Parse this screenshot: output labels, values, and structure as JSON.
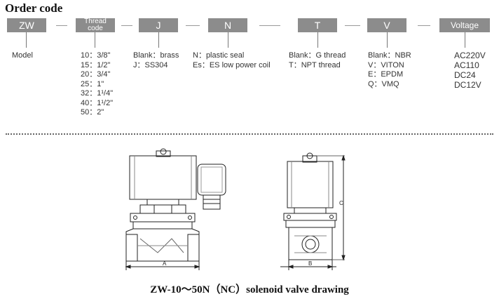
{
  "title": "Order code",
  "boxes": {
    "zw": "ZW",
    "thread_line1": "Thread",
    "thread_line2": "code",
    "j": "J",
    "n": "N",
    "t": "T",
    "v": "V",
    "voltage": "Voltage"
  },
  "model_label": "Model",
  "thread_options": [
    "10：3/8\"",
    "15：1/2\"",
    "20：3/4\"",
    "25：1\"",
    "32：1¹/4\"",
    "40：1¹/2\"",
    "50：2\""
  ],
  "body_options": [
    "Blank：brass",
    "J：SS304"
  ],
  "seal_options": [
    "N：plastic seal",
    "Es：ES low power coil"
  ],
  "thread_type_options": [
    "Blank：G thread",
    "T：NPT thread"
  ],
  "gasket_options": [
    "Blank：NBR",
    "V：VITON",
    "E：EPDM",
    "Q：VMQ"
  ],
  "voltage_options": [
    "AC220V",
    "AC110",
    "DC24",
    "DC12V"
  ],
  "dimension_labels": {
    "a": "A",
    "b": "B",
    "c": "C"
  },
  "caption": "ZW-10～50N（NC）solenoid valve drawing"
}
